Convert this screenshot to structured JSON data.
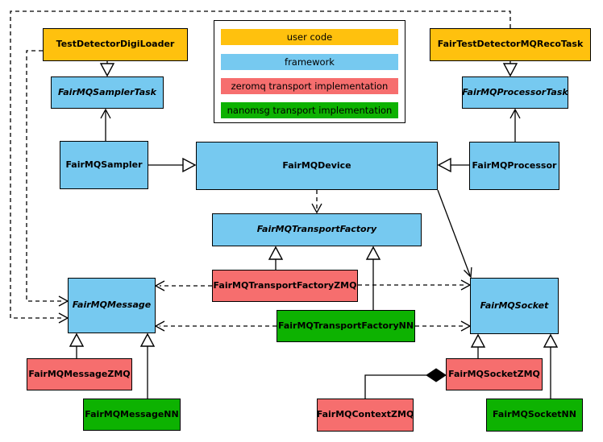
{
  "colors": {
    "user_code": "#FFC10E",
    "framework": "#76C9F0",
    "zeromq": "#F66E6E",
    "nanomsg": "#0DB201",
    "line": "#000000",
    "background": "#FFFFFF"
  },
  "legend": {
    "items": [
      {
        "label": "user code",
        "color": "#FFC10E"
      },
      {
        "label": "framework",
        "color": "#76C9F0"
      },
      {
        "label": "zeromq transport implementation",
        "color": "#F66E6E"
      },
      {
        "label": "nanomsg transport implementation",
        "color": "#0DB201"
      }
    ]
  },
  "nodes": {
    "digi_loader": {
      "label": "TestDetectorDigiLoader",
      "category": "user code",
      "abstract": false
    },
    "reco_task": {
      "label": "FairTestDetectorMQRecoTask",
      "category": "user code",
      "abstract": false
    },
    "sampler_task": {
      "label": "FairMQSamplerTask",
      "category": "framework",
      "abstract": true
    },
    "processor_task": {
      "label": "FairMQProcessorTask",
      "category": "framework",
      "abstract": true
    },
    "sampler": {
      "label": "FairMQSampler",
      "category": "framework",
      "abstract": false
    },
    "device": {
      "label": "FairMQDevice",
      "category": "framework",
      "abstract": false
    },
    "processor": {
      "label": "FairMQProcessor",
      "category": "framework",
      "abstract": false
    },
    "transport_factory": {
      "label": "FairMQTransportFactory",
      "category": "framework",
      "abstract": true
    },
    "factory_zmq": {
      "label": "FairMQTransportFactoryZMQ",
      "category": "zeromq",
      "abstract": false
    },
    "factory_nn": {
      "label": "FairMQTransportFactoryNN",
      "category": "nanomsg",
      "abstract": false
    },
    "message": {
      "label": "FairMQMessage",
      "category": "framework",
      "abstract": true
    },
    "socket": {
      "label": "FairMQSocket",
      "category": "framework",
      "abstract": true
    },
    "message_zmq": {
      "label": "FairMQMessageZMQ",
      "category": "zeromq",
      "abstract": false
    },
    "message_nn": {
      "label": "FairMQMessageNN",
      "category": "nanomsg",
      "abstract": false
    },
    "context_zmq": {
      "label": "FairMQContextZMQ",
      "category": "zeromq",
      "abstract": false
    },
    "socket_zmq": {
      "label": "FairMQSocketZMQ",
      "category": "zeromq",
      "abstract": false
    },
    "socket_nn": {
      "label": "FairMQSocketNN",
      "category": "nanomsg",
      "abstract": false
    }
  },
  "edges": [
    {
      "from": "TestDetectorDigiLoader",
      "to": "FairMQSamplerTask",
      "type": "inheritance"
    },
    {
      "from": "FairTestDetectorMQRecoTask",
      "to": "FairMQProcessorTask",
      "type": "inheritance"
    },
    {
      "from": "FairMQSampler",
      "to": "FairMQDevice",
      "type": "inheritance"
    },
    {
      "from": "FairMQProcessor",
      "to": "FairMQDevice",
      "type": "inheritance"
    },
    {
      "from": "FairMQSampler",
      "to": "FairMQSamplerTask",
      "type": "association"
    },
    {
      "from": "FairMQProcessor",
      "to": "FairMQProcessorTask",
      "type": "association"
    },
    {
      "from": "FairMQDevice",
      "to": "FairMQTransportFactory",
      "type": "dependency"
    },
    {
      "from": "FairMQDevice",
      "to": "FairMQSocket",
      "type": "association"
    },
    {
      "from": "FairMQTransportFactoryZMQ",
      "to": "FairMQTransportFactory",
      "type": "inheritance"
    },
    {
      "from": "FairMQTransportFactoryNN",
      "to": "FairMQTransportFactory",
      "type": "inheritance"
    },
    {
      "from": "FairMQTransportFactoryZMQ",
      "to": "FairMQMessage",
      "type": "dependency"
    },
    {
      "from": "FairMQTransportFactoryZMQ",
      "to": "FairMQSocket",
      "type": "dependency"
    },
    {
      "from": "FairMQTransportFactoryNN",
      "to": "FairMQMessage",
      "type": "dependency"
    },
    {
      "from": "FairMQTransportFactoryNN",
      "to": "FairMQSocket",
      "type": "dependency"
    },
    {
      "from": "TestDetectorDigiLoader",
      "to": "FairMQMessage",
      "type": "dependency"
    },
    {
      "from": "FairTestDetectorMQRecoTask",
      "to": "FairMQMessage",
      "type": "dependency"
    },
    {
      "from": "FairMQMessageZMQ",
      "to": "FairMQMessage",
      "type": "inheritance"
    },
    {
      "from": "FairMQMessageNN",
      "to": "FairMQMessage",
      "type": "inheritance"
    },
    {
      "from": "FairMQSocketZMQ",
      "to": "FairMQSocket",
      "type": "inheritance"
    },
    {
      "from": "FairMQSocketNN",
      "to": "FairMQSocket",
      "type": "inheritance"
    },
    {
      "from": "FairMQSocketZMQ",
      "to": "FairMQContextZMQ",
      "type": "composition"
    }
  ]
}
